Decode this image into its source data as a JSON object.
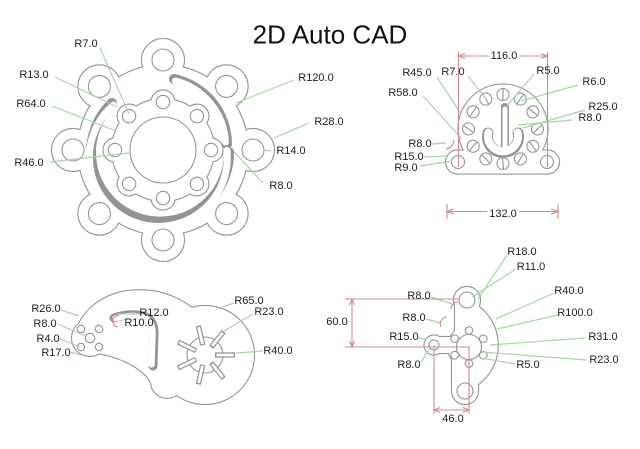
{
  "title": "2D Auto CAD",
  "colors": {
    "background": "#ffffff",
    "part_outline": "#949494",
    "leader_line": "#a5d8a2",
    "dimension_line": "#d08c8a",
    "label_text": "#1e1e1e"
  },
  "parts": [
    {
      "name": "eight-lobe-flange",
      "labels": [
        "R7.0",
        "R13.0",
        "R64.0",
        "R46.0",
        "R120.0",
        "R28.0",
        "R14.0",
        "R8.0"
      ]
    },
    {
      "name": "slotted-hub-bracket",
      "labels": [
        "116.0",
        "R45.0",
        "R7.0",
        "R5.0",
        "R6.0",
        "R58.0",
        "R25.0",
        "R8.0",
        "R8.0",
        "R15.0",
        "R9.0",
        "132.0"
      ]
    },
    {
      "name": "cam-lever",
      "labels": [
        "R26.0",
        "R8.0",
        "R4.0",
        "R17.0",
        "R12.0",
        "R10.0",
        "R65.0",
        "R23.0",
        "R40.0"
      ]
    },
    {
      "name": "rocker-bracket",
      "labels": [
        "R18.0",
        "R11.0",
        "R8.0",
        "R8.0",
        "R40.0",
        "R100.0",
        "60.0",
        "R15.0",
        "R31.0",
        "R23.0",
        "R8.0",
        "R5.0",
        "46.0"
      ]
    }
  ]
}
